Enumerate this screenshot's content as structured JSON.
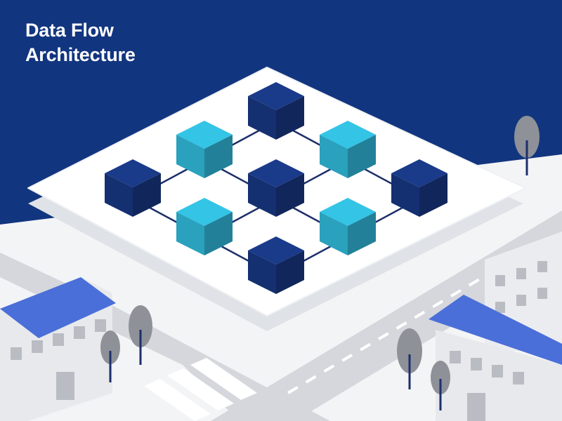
{
  "title": {
    "line1": "Data Flow",
    "line2": "Architecture"
  },
  "colors": {
    "background": "#12357f",
    "platform": "#ffffff",
    "node_dark": "#1a3a8a",
    "node_light": "#33c4e6",
    "connector": "#1d2f6b",
    "road": "#d3d5da",
    "ground": "#f3f4f6",
    "roof": "#4a6fd8",
    "tree": "#8e9198"
  },
  "nodes": [
    {
      "id": "n-top",
      "col": 0,
      "row": 0,
      "tone": "dark"
    },
    {
      "id": "n-upper-left",
      "col": 0,
      "row": 1,
      "tone": "light"
    },
    {
      "id": "n-upper-right",
      "col": 1,
      "row": 0,
      "tone": "light"
    },
    {
      "id": "n-left",
      "col": 0,
      "row": 2,
      "tone": "dark"
    },
    {
      "id": "n-center",
      "col": 1,
      "row": 1,
      "tone": "dark"
    },
    {
      "id": "n-right",
      "col": 2,
      "row": 0,
      "tone": "dark"
    },
    {
      "id": "n-lower-left",
      "col": 1,
      "row": 2,
      "tone": "light"
    },
    {
      "id": "n-lower-right",
      "col": 2,
      "row": 1,
      "tone": "light"
    },
    {
      "id": "n-bottom",
      "col": 2,
      "row": 2,
      "tone": "dark"
    }
  ],
  "edges": [
    [
      "n-top",
      "n-upper-left"
    ],
    [
      "n-top",
      "n-upper-right"
    ],
    [
      "n-upper-left",
      "n-left"
    ],
    [
      "n-upper-left",
      "n-center"
    ],
    [
      "n-upper-right",
      "n-center"
    ],
    [
      "n-upper-right",
      "n-right"
    ],
    [
      "n-left",
      "n-lower-left"
    ],
    [
      "n-center",
      "n-lower-left"
    ],
    [
      "n-center",
      "n-lower-right"
    ],
    [
      "n-right",
      "n-lower-right"
    ],
    [
      "n-lower-left",
      "n-bottom"
    ],
    [
      "n-lower-right",
      "n-bottom"
    ]
  ]
}
